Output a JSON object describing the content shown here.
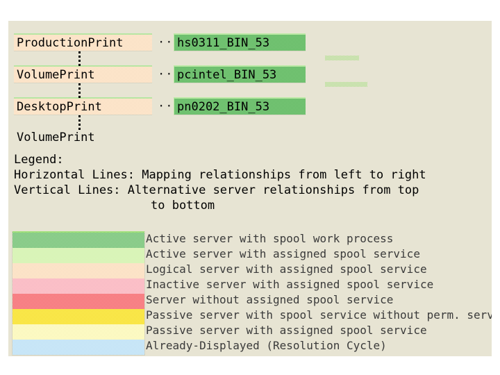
{
  "canvas": {
    "background_color": "#E7E4D3"
  },
  "mapping": {
    "rows": [
      {
        "logical_name": "ProductionPrint",
        "connector": "···",
        "server_name": "hs0311_BIN_53",
        "logical_color": "#FAD9B4",
        "server_color": "#63BB63"
      },
      {
        "logical_name": "VolumePrint",
        "connector": "···",
        "server_name": "pcintel_BIN_53",
        "logical_color": "#FAD9B4",
        "server_color": "#63BB63"
      },
      {
        "logical_name": "DesktopPrint",
        "connector": "···",
        "server_name": "pn0202_BIN_53",
        "logical_color": "#FAD9B4",
        "server_color": "#63BB63"
      }
    ],
    "trailing_node": "VolumePrint"
  },
  "legend": {
    "title": "Legend:",
    "lines": [
      "Horizontal Lines: Mapping relationships from left to right",
      "Vertical Lines: Alternative server relationships from top",
      "to bottom"
    ],
    "entries": [
      {
        "color": "#63BB63",
        "label": "Active server with spool work process"
      },
      {
        "color": "#CCF0A0",
        "label": "Active server with assigned spool service"
      },
      {
        "color": "#FAD9B4",
        "label": "Logical server with assigned spool service"
      },
      {
        "color": "#F9A9B4",
        "label": "Inactive server with assigned spool service"
      },
      {
        "color": "#F4565C",
        "label": "Server without assigned spool service"
      },
      {
        "color": "#F7DD0A",
        "label": "Passive server with spool service without perm. servi"
      },
      {
        "color": "#FAF6AD",
        "label": "Passive server with assigned spool service"
      },
      {
        "color": "#B5DDF4",
        "label": "Already-Displayed (Resolution Cycle)"
      }
    ]
  }
}
